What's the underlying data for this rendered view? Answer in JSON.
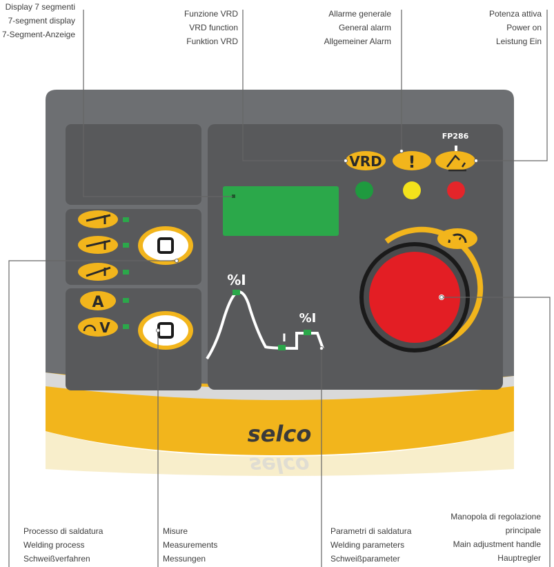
{
  "model": "FP286",
  "brand": "selco",
  "callouts": {
    "display": {
      "it": "Display 7 segmenti",
      "en": "7-segment display",
      "de": "7-Segment-Anzeige"
    },
    "vrd": {
      "it": "Funzione VRD",
      "en": "VRD function",
      "de": "Funktion VRD"
    },
    "alarm": {
      "it": "Allarme generale",
      "en": "General alarm",
      "de": "Allgemeiner Alarm"
    },
    "power": {
      "it": "Potenza attiva",
      "en": "Power on",
      "de": "Leistung Ein"
    },
    "process": {
      "it": "Processo di saldatura",
      "en": "Welding process",
      "de": "Schweißverfahren"
    },
    "measures": {
      "it": "Misure",
      "en": "Measurements",
      "de": "Messungen"
    },
    "params": {
      "it": "Parametri di saldatura",
      "en": "Welding parameters",
      "de": "Schweißparameter"
    },
    "knob": {
      "it1": "Manopola di regolazione",
      "it2": "principale",
      "en": "Main adjustment handle",
      "de": "Hauptregler"
    }
  },
  "indicators": {
    "vrd_label": "VRD",
    "alarm_label": "!",
    "amps_label": "A",
    "volts_label": "V",
    "percent_peak": "%I",
    "percent_pulse": "%I",
    "pulse_base": "I"
  },
  "colors": {
    "panel": "#6b6d70",
    "bezel": "#58595b",
    "yellow": "#f2b51c",
    "display": "#2ba84a",
    "led_green": "#1f9a3f",
    "led_yellow": "#f3e21b",
    "led_red": "#e4252a",
    "knob": "#e31e24"
  }
}
